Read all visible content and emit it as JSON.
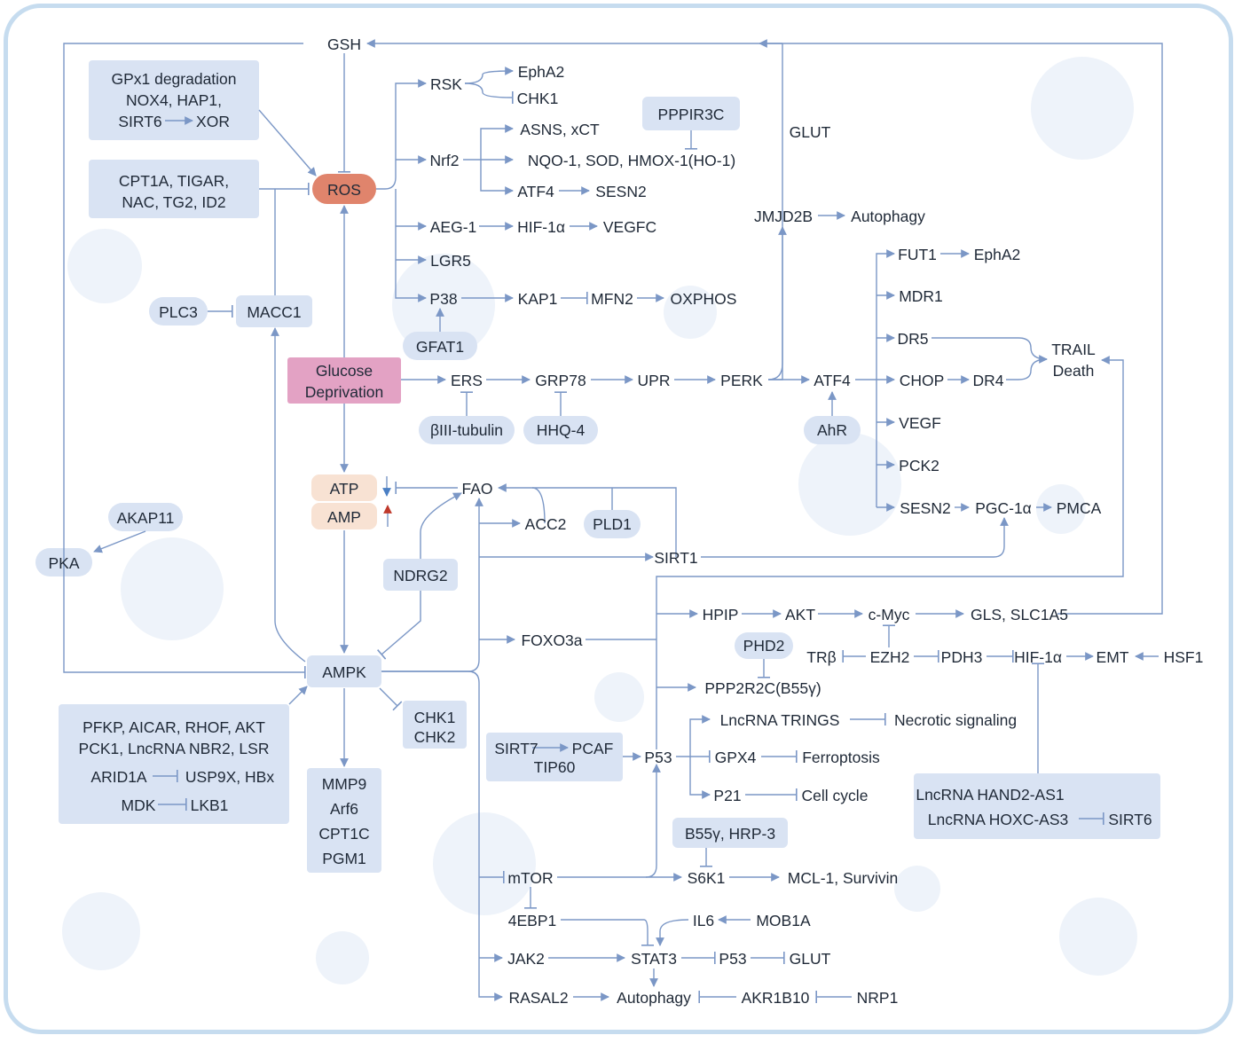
{
  "nodes": {
    "gsh": "GSH",
    "ros": "ROS",
    "rsk": "RSK",
    "epha2_top": "EphA2",
    "chk1_top": "CHK1",
    "nrf2": "Nrf2",
    "asns": "ASNS, xCT",
    "nqo1": "NQO-1, SOD, HMOX-1(HO-1)",
    "atf4_top": "ATF4",
    "sesn2_top": "SESN2",
    "ppp1r3c": "PPPIR3C",
    "glut_top": "GLUT",
    "aeg1": "AEG-1",
    "hif1a_top": "HIF-1α",
    "vegfc": "VEGFC",
    "lgr5": "LGR5",
    "p38": "P38",
    "kap1": "KAP1",
    "mfn2": "MFN2",
    "oxphos": "OXPHOS",
    "gfat1": "GFAT1",
    "jmjd2b": "JMJD2B",
    "autophagy_top": "Autophagy",
    "fut1": "FUT1",
    "epha2_right": "EphA2",
    "mdr1": "MDR1",
    "dr5": "DR5",
    "chop": "CHOP",
    "dr4": "DR4",
    "trail_line1": "TRAIL",
    "trail_line2": "Death",
    "vegf": "VEGF",
    "pck2": "PCK2",
    "sesn2_right": "SESN2",
    "pgc1a": "PGC-1α",
    "pmca": "PMCA",
    "plc3": "PLC3",
    "macc1": "MACC1",
    "glucose_line1": "Glucose",
    "glucose_line2": "Deprivation",
    "ers": "ERS",
    "grp78": "GRP78",
    "upr": "UPR",
    "perk": "PERK",
    "atf4_mid": "ATF4",
    "biii_tubulin": "βIII-tubulin",
    "hhq4": "HHQ-4",
    "ahr": "AhR",
    "atp": "ATP",
    "amp": "AMP",
    "fao": "FAO",
    "acc2": "ACC2",
    "pld1": "PLD1",
    "sirt1": "SIRT1",
    "akap11": "AKAP11",
    "pka": "PKA",
    "ndrg2": "NDRG2",
    "ampk": "AMPK",
    "foxo3a": "FOXO3a",
    "hpip": "HPIP",
    "akt": "AKT",
    "cmyc": "c-Myc",
    "gls": "GLS, SLC1A5",
    "phd2": "PHD2",
    "trb": "TRβ",
    "ezh2": "EZH2",
    "pdh3": "PDH3",
    "hif1a_right": "HIF-1α",
    "emt": "EMT",
    "hsf1": "HSF1",
    "ppp2r2c": "PPP2R2C(B55γ)",
    "chk1_bottom": "CHK1",
    "chk2": "CHK2",
    "lnc_trings": "LncRNA TRINGS",
    "necrotic": "Necrotic signaling",
    "sirt7": "SIRT7",
    "pcaf": "PCAF",
    "tip60": "TIP60",
    "p53": "P53",
    "gpx4": "GPX4",
    "ferroptosis": "Ferroptosis",
    "p21": "P21",
    "cell_cycle": "Cell cycle",
    "mmp9": "MMP9",
    "arf6": "Arf6",
    "cpt1c": "CPT1C",
    "pgm1": "PGM1",
    "lnc_hand2": "LncRNA HAND2-AS1",
    "lnc_hoxc": "LncRNA HOXC-AS3",
    "sirt6_right": "SIRT6",
    "b55y": "B55γ, HRP-3",
    "mtor": "mTOR",
    "s6k1": "S6K1",
    "mcl1": "MCL-1, Survivin",
    "ebp1": "4EBP1",
    "il6": "IL6",
    "mob1a": "MOB1A",
    "jak2": "JAK2",
    "stat3": "STAT3",
    "p53_bottom": "P53",
    "glut_bottom": "GLUT",
    "rasal2": "RASAL2",
    "autophagy_bottom": "Autophagy",
    "akr1b10": "AKR1B10",
    "nrp1": "NRP1"
  },
  "boxes": {
    "gpx1_line1": "GPx1 degradation",
    "gpx1_line2": "NOX4, HAP1,",
    "sirt6": "SIRT6",
    "xor": "XOR",
    "cpt1a_line1": "CPT1A, TIGAR,",
    "cpt1a_line2": "NAC, TG2, ID2",
    "pfkp_line1": "PFKP, AICAR, RHOF, AKT",
    "pfkp_line2": "PCK1, LncRNA NBR2, LSR",
    "arid1a": "ARID1A",
    "usp9x": "USP9X, HBx",
    "mdk": "MDK",
    "lkb1": "LKB1"
  },
  "colors": {
    "line": "#7b97c6",
    "box_fill": "#d9e3f3",
    "ros_fill": "#e0846c",
    "glucose_fill": "#e3a2c4",
    "atp_fill": "#f8e2d3",
    "frame": "#c6dcef",
    "down_arrow": "#4a7fc4",
    "up_arrow": "#c0392b"
  }
}
